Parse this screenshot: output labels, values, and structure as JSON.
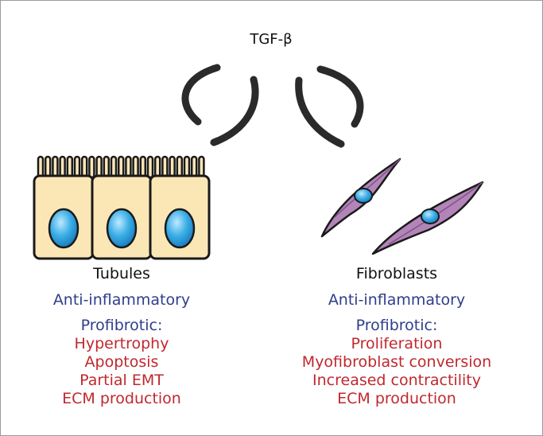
{
  "title": "TGF-β",
  "colors": {
    "label_blue": "#2f3d8c",
    "effect_red": "#c0282e",
    "cell_fill": "#fbe7b6",
    "nucleus": "#3aaee6",
    "fibroblast": "#b284b8",
    "arrow": "#2a2a2a"
  },
  "left": {
    "cell_type": "Tubules",
    "anti_label": "Anti-inflammatory",
    "pro_label": "Profibrotic:",
    "effects": [
      "Hypertrophy",
      "Apoptosis",
      "Partial EMT",
      "ECM production"
    ]
  },
  "right": {
    "cell_type": "Fibroblasts",
    "anti_label": "Anti-inflammatory",
    "pro_label": "Profibrotic:",
    "effects": [
      "Proliferation",
      "Myofibroblast conversion",
      "Increased contractility",
      "ECM production"
    ]
  }
}
